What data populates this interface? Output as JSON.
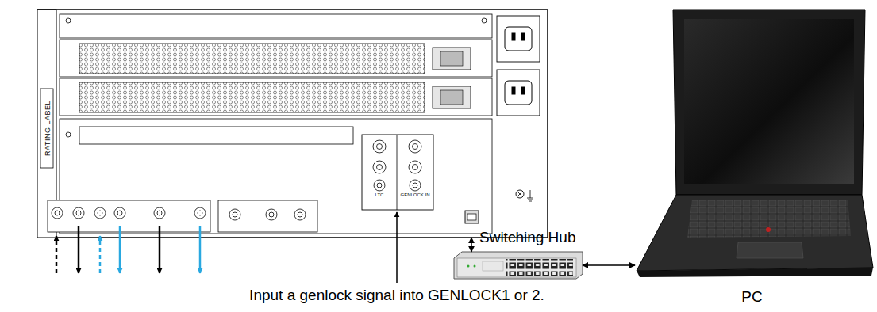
{
  "diagram": {
    "caption": "Input a genlock signal into GENLOCK1 or 2.",
    "nodes": [
      {
        "text": [
          "RATING LABEL"
        ]
      },
      {
        "text": [
          "Switching Hub"
        ]
      },
      {
        "text": [
          "PC"
        ]
      }
    ],
    "edges": [
      {
        "from": 0,
        "to": 1,
        "arrow": "both"
      },
      {
        "from": 1,
        "to": 2,
        "arrow": "both"
      }
    ],
    "labels": [
      "LTC",
      "GENLOCK IN"
    ]
  }
}
